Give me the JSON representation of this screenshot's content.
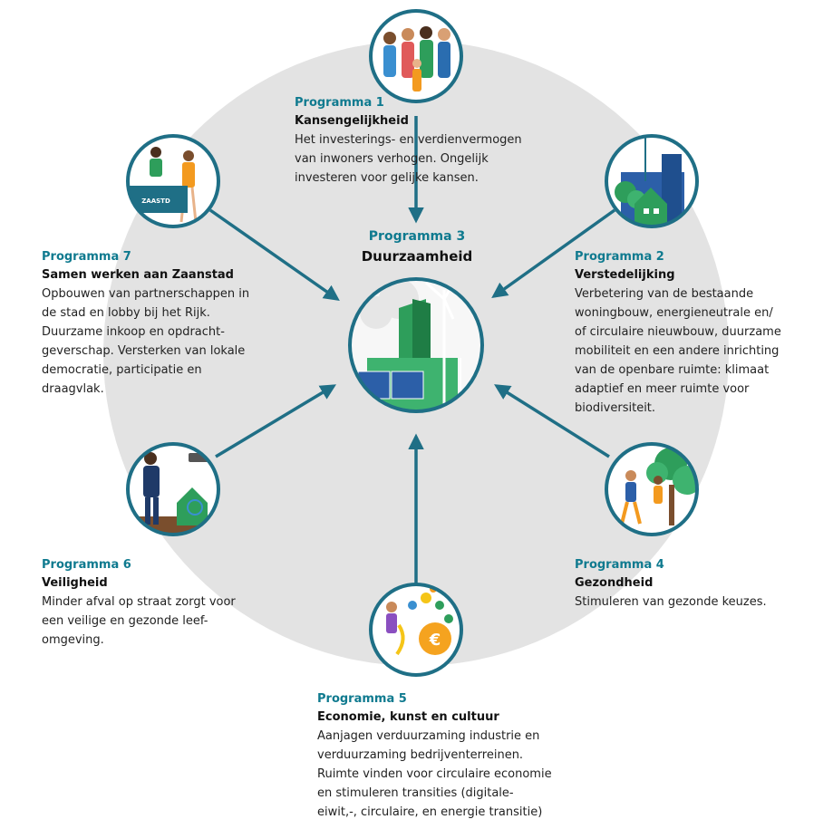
{
  "center": {
    "programme": "Programma 3",
    "title": "Duurzaamheid"
  },
  "nodes": [
    {
      "id": "p1",
      "programme": "Programma 1",
      "title": "Kansengelijkheid",
      "description": [
        "Het investerings- en verdienvermogen",
        "van inwoners verhogen. Ongelijk",
        "investeren voor gelijke kansen."
      ]
    },
    {
      "id": "p2",
      "programme": "Programma 2",
      "title": "Verstedelijking",
      "description": [
        "Verbetering van de bestaande",
        "woningbouw, energieneutrale en/",
        "of circulaire nieuwbouw, duurzame",
        "mobiliteit en een andere inrichting",
        "van de openbare ruimte: klimaat",
        "adaptief en meer ruimte voor",
        "biodiversiteit."
      ]
    },
    {
      "id": "p4",
      "programme": "Programma 4",
      "title": "Gezondheid",
      "description": [
        "Stimuleren van gezonde keuzes."
      ]
    },
    {
      "id": "p5",
      "programme": "Programma 5",
      "title": "Economie, kunst en cultuur",
      "description": [
        "Aanjagen verduurzaming industrie en",
        "verduurzaming bedrijventerreinen.",
        "Ruimte vinden voor circulaire economie",
        "en stimuleren transities (digitale-",
        "eiwit,-, circulaire, en energie transitie)"
      ]
    },
    {
      "id": "p6",
      "programme": "Programma 6",
      "title": "Veiligheid",
      "description": [
        "Minder afval op straat zorgt voor",
        "een veilige en gezonde leef-",
        "omgeving."
      ]
    },
    {
      "id": "p7",
      "programme": "Programma 7",
      "title": "Samen werken aan Zaanstad",
      "description": [
        "Opbouwen van partnerschappen in",
        "de stad en lobby bij het Rijk.",
        "Duurzame inkoop en opdracht-",
        "geverschap. Versterken van lokale",
        "democratie, participatie en",
        "draagvlak."
      ]
    }
  ],
  "illustrations": {
    "p7_sign": "ZAASTD"
  },
  "colors": {
    "accent": "#0f7a8f",
    "arrow": "#1f6f86",
    "background_disc": "#e3e3e3",
    "node_ring": "#1f6f86",
    "green": "#2e9e5b",
    "orange": "#f39a1f",
    "yellow": "#f5c518"
  },
  "icons": {
    "p1": "family-group-icon",
    "p2": "city-construction-icon",
    "p3": "solar-wind-energy-icon",
    "p4": "jogging-people-tree-icon",
    "p5": "saxophone-coins-icon",
    "p6": "police-officer-camera-icon",
    "p7": "reception-desk-icon"
  }
}
